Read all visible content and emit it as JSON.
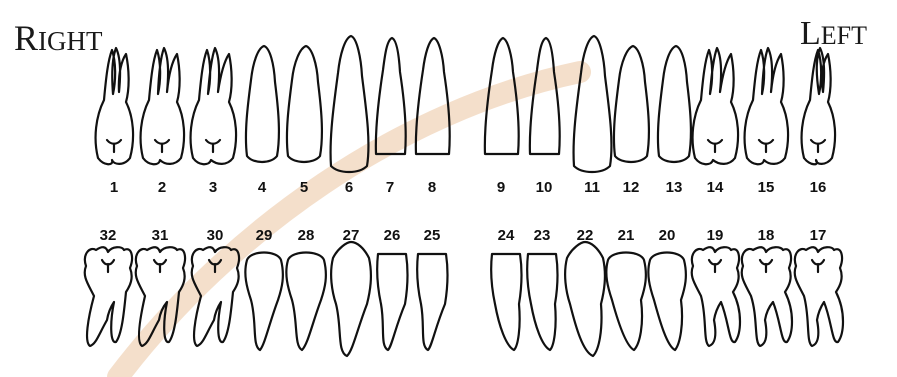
{
  "labels": {
    "right": "Right",
    "left": "Left"
  },
  "colors": {
    "ink": "#111111",
    "watermark_arc": "#f2d9c2"
  },
  "upper_teeth": [
    {
      "number": "1",
      "kind": "molar"
    },
    {
      "number": "2",
      "kind": "molar"
    },
    {
      "number": "3",
      "kind": "molar"
    },
    {
      "number": "4",
      "kind": "premolar"
    },
    {
      "number": "5",
      "kind": "premolar"
    },
    {
      "number": "6",
      "kind": "canine"
    },
    {
      "number": "7",
      "kind": "incisor"
    },
    {
      "number": "8",
      "kind": "incisor"
    },
    {
      "number": "9",
      "kind": "incisor"
    },
    {
      "number": "10",
      "kind": "incisor"
    },
    {
      "number": "11",
      "kind": "canine"
    },
    {
      "number": "12",
      "kind": "premolar"
    },
    {
      "number": "13",
      "kind": "premolar"
    },
    {
      "number": "14",
      "kind": "molar"
    },
    {
      "number": "15",
      "kind": "molar"
    },
    {
      "number": "16",
      "kind": "molar"
    }
  ],
  "lower_teeth": [
    {
      "number": "32",
      "kind": "molar"
    },
    {
      "number": "31",
      "kind": "molar"
    },
    {
      "number": "30",
      "kind": "molar"
    },
    {
      "number": "29",
      "kind": "premolar"
    },
    {
      "number": "28",
      "kind": "premolar"
    },
    {
      "number": "27",
      "kind": "canine"
    },
    {
      "number": "26",
      "kind": "incisor"
    },
    {
      "number": "25",
      "kind": "incisor"
    },
    {
      "number": "24",
      "kind": "incisor"
    },
    {
      "number": "23",
      "kind": "incisor"
    },
    {
      "number": "22",
      "kind": "canine"
    },
    {
      "number": "21",
      "kind": "premolar"
    },
    {
      "number": "20",
      "kind": "premolar"
    },
    {
      "number": "19",
      "kind": "molar"
    },
    {
      "number": "18",
      "kind": "molar"
    },
    {
      "number": "17",
      "kind": "molar"
    }
  ]
}
